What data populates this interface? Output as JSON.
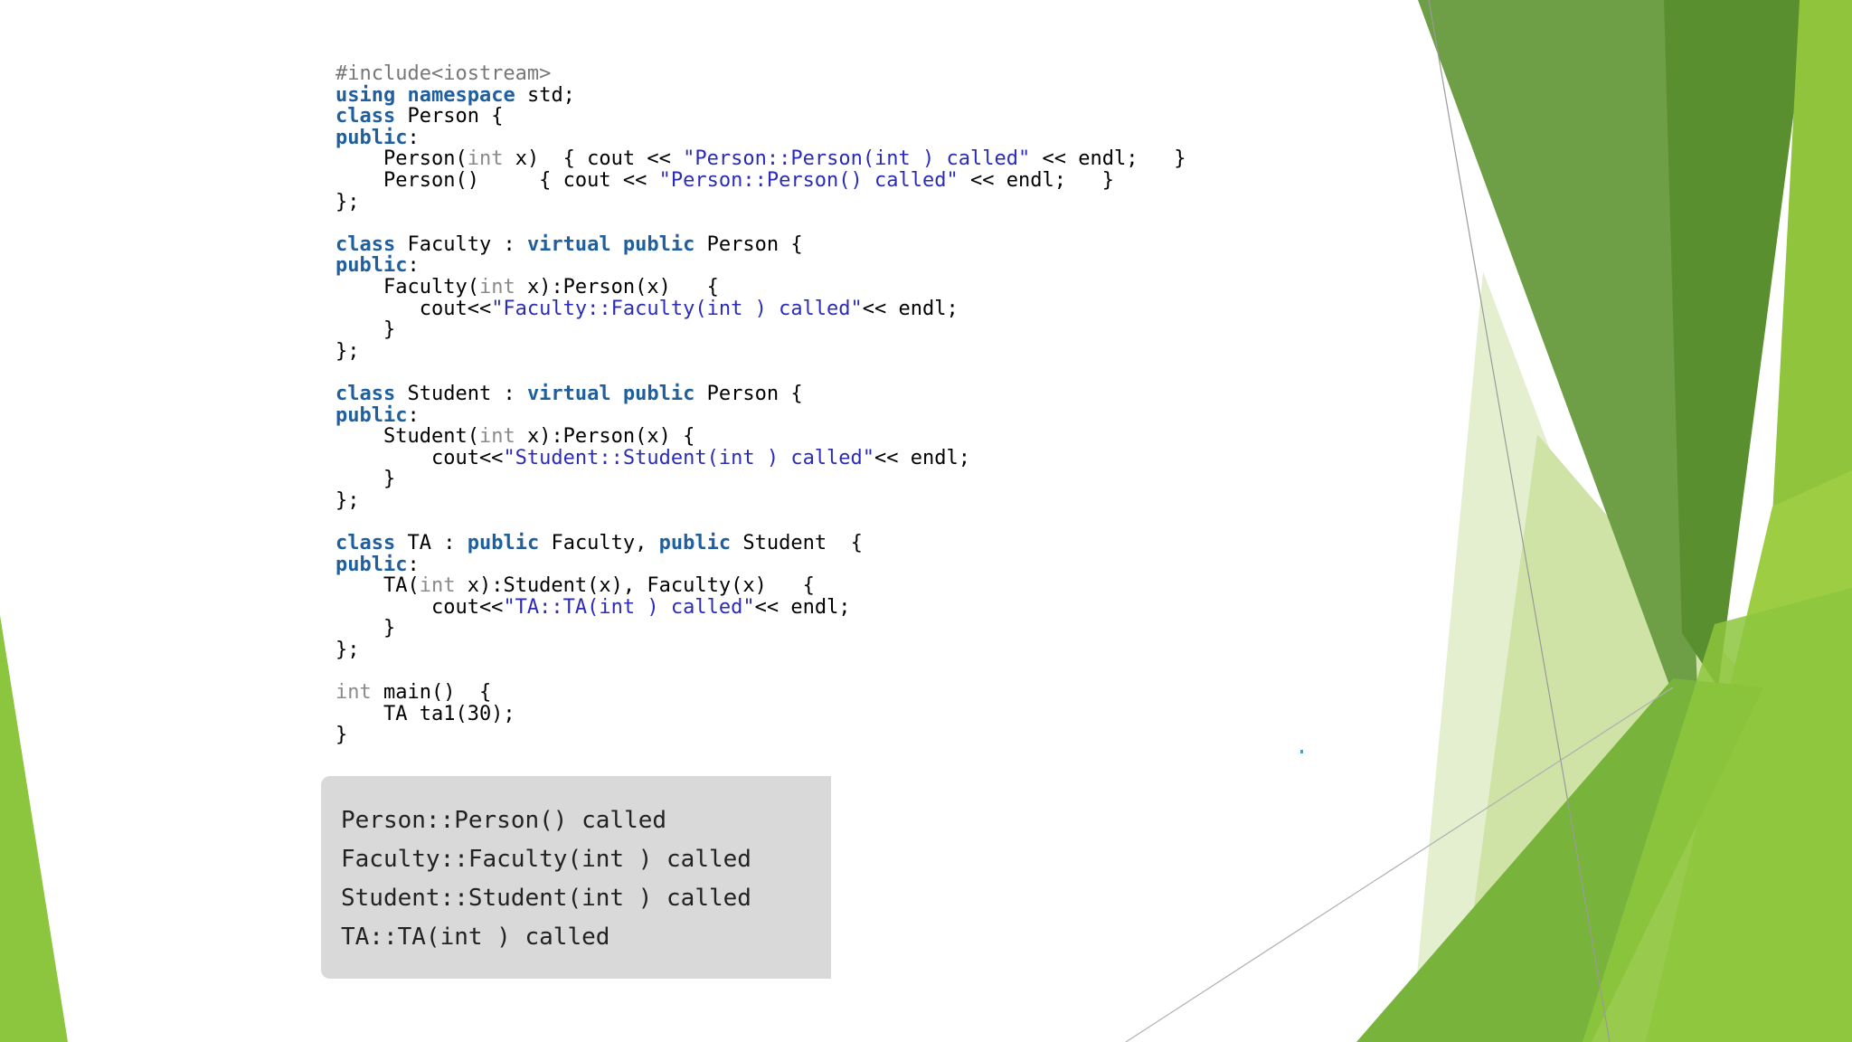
{
  "colors": {
    "green_dark": "#5b8f2e",
    "green_mid": "#76b33a",
    "green_light": "#9dd04a",
    "green_pale": "#d7e8b8",
    "keyword": "#1f5f9e",
    "string": "#2b2bb8",
    "type": "#8a8a8a",
    "output_bg": "#d9d9d9"
  },
  "code": {
    "l1": {
      "pp": "#include<iostream>"
    },
    "l2": {
      "kw1": "using",
      "sp": " ",
      "kw2": "namespace",
      "rest": " std;"
    },
    "l3": {
      "kw": "class",
      "rest": " Person {"
    },
    "l4": {
      "kw": "public",
      "rest": ":"
    },
    "l5": {
      "a": "    Person(",
      "ty": "int",
      "b": " x)  { cout << ",
      "st": "\"Person::Person(int ) called\"",
      "c": " << endl;   }"
    },
    "l6": {
      "a": "    Person()     { cout << ",
      "st": "\"Person::Person() called\"",
      "c": " << endl;   }"
    },
    "l7": {
      "a": "};"
    },
    "l9": {
      "kw1": "class",
      "a": " Faculty : ",
      "kw2": "virtual",
      "sp": " ",
      "kw3": "public",
      "b": " Person {"
    },
    "l10": {
      "kw": "public",
      "rest": ":"
    },
    "l11": {
      "a": "    Faculty(",
      "ty": "int",
      "b": " x):Person(x)   {"
    },
    "l12": {
      "a": "       cout<<",
      "st": "\"Faculty::Faculty(int ) called\"",
      "c": "<< endl;"
    },
    "l13": {
      "a": "    }"
    },
    "l14": {
      "a": "};"
    },
    "l16": {
      "kw1": "class",
      "a": " Student : ",
      "kw2": "virtual",
      "sp": " ",
      "kw3": "public",
      "b": " Person {"
    },
    "l17": {
      "kw": "public",
      "rest": ":"
    },
    "l18": {
      "a": "    Student(",
      "ty": "int",
      "b": " x):Person(x) {"
    },
    "l19": {
      "a": "        cout<<",
      "st": "\"Student::Student(int ) called\"",
      "c": "<< endl;"
    },
    "l20": {
      "a": "    }"
    },
    "l21": {
      "a": "};"
    },
    "l23": {
      "kw1": "class",
      "a": " TA : ",
      "kw2": "public",
      "b": " Faculty, ",
      "kw3": "public",
      "c": " Student  {"
    },
    "l24": {
      "kw": "public",
      "rest": ":"
    },
    "l25": {
      "a": "    TA(",
      "ty": "int",
      "b": " x):Student(x), Faculty(x)   {"
    },
    "l26": {
      "a": "        cout<<",
      "st": "\"TA::TA(int ) called\"",
      "c": "<< endl;"
    },
    "l27": {
      "a": "    }"
    },
    "l28": {
      "a": "};"
    },
    "l30": {
      "ty": "int",
      "a": " main()  {"
    },
    "l31": {
      "a": "    TA ta1(30);"
    },
    "l32": {
      "a": "}"
    }
  },
  "output": {
    "lines": [
      "Person::Person() called",
      "Faculty::Faculty(int ) called",
      "Student::Student(int ) called",
      "TA::TA(int ) called"
    ]
  }
}
